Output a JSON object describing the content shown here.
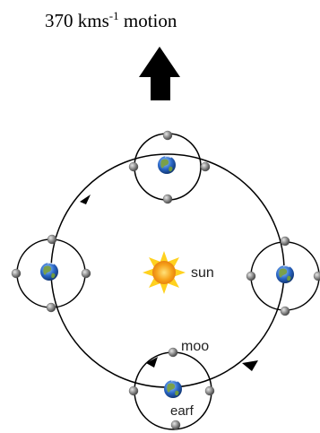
{
  "title": {
    "value": "370 kms",
    "exponent": "-1",
    "word": "motion"
  },
  "labels": {
    "sun": "sun",
    "moon": "moo",
    "earth": "earf"
  },
  "colors": {
    "orbit": "#000000",
    "arrow": "#000000",
    "sun_core": "#f6a21a",
    "sun_ray": "#ffd11f",
    "moon": "#8a8a8a",
    "earth_ocean": "#2a67c7",
    "earth_land": "#7aa04a"
  },
  "icons": {
    "motion_arrow": "up-arrow-icon",
    "sun": "sun-icon",
    "earth": "earth-icon",
    "moon": "moon-icon"
  }
}
